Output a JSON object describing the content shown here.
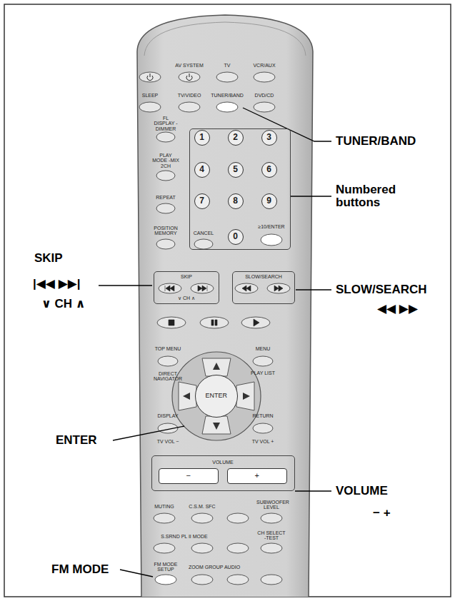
{
  "diagram": {
    "nodes": [
      {
        "text": [
          "≥10/ENTER"
        ]
      },
      {
        "text": [
          "1"
        ],
        "in": 0
      },
      {
        "text": [
          "2"
        ],
        "in": 0
      },
      {
        "text": [
          "3"
        ],
        "in": 0
      },
      {
        "text": [
          "4"
        ],
        "in": 0
      },
      {
        "text": [
          "5"
        ],
        "in": 0
      },
      {
        "text": [
          "6"
        ],
        "in": 0
      },
      {
        "text": [
          "7"
        ],
        "in": 0
      },
      {
        "text": [
          "8"
        ],
        "in": 0
      },
      {
        "text": [
          "9"
        ],
        "in": 0
      },
      {
        "text": [
          "0"
        ],
        "in": 0
      },
      {
        "text": [
          "SKIP",
          "∨ CH ∧"
        ]
      },
      {
        "text": [
          "SLOW/SEARCH"
        ]
      },
      {
        "text": [
          "ENTER"
        ]
      },
      {
        "text": [
          "VOLUME"
        ]
      },
      {
        "text": [
          "−"
        ],
        "in": 14
      },
      {
        "text": [
          "+"
        ],
        "in": 14
      }
    ],
    "labels": [
      "AV SYSTEM",
      "TV",
      "VCR/AUX",
      "SLEEP",
      "TV/VIDEO",
      "TUNER/BAND",
      "DVD/CD",
      "TUNER/BAND",
      "FL DISPLAY -DIMMER",
      "PLAY MODE -MIX 2CH",
      "Numbered buttons",
      "REPEAT",
      "POSITION MEMORY",
      "CANCEL",
      "SKIP",
      "|◀◀ ▶▶|",
      "∨ CH ∧",
      "SLOW/SEARCH",
      "◀◀ ▶▶",
      "TOP MENU",
      "MENU",
      "DIRECT NAVIGATOR",
      "PLAY LIST",
      "ENTER",
      "DISPLAY",
      "RETURN",
      "TV VOL −",
      "TV VOL +",
      "VOLUME",
      "− +",
      "MUTING",
      "C.S.M. SFC",
      "SUBWOOFER LEVEL",
      "S.SRND PL II MODE",
      "CH SELECT -TEST",
      "FM MODE SETUP",
      "ZOOM GROUP AUDIO",
      "FM MODE"
    ]
  }
}
